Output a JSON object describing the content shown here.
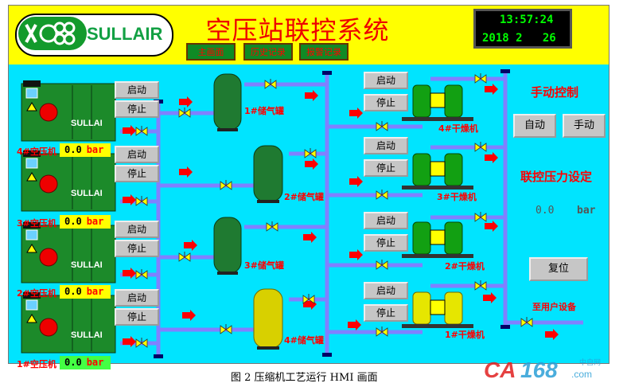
{
  "header": {
    "logo_text": "SULLAIR",
    "title": "空压站联控系统",
    "clock": {
      "time": "13:57:24",
      "date": "2018 2   26"
    },
    "nav": [
      "主画面",
      "历史记录",
      "报警记录"
    ]
  },
  "compressors": [
    {
      "label": "4#空压机",
      "value": "0.0",
      "unit": "bar",
      "brand": "SULLAI",
      "start": "启动",
      "stop": "停止"
    },
    {
      "label": "3#空压机",
      "value": "0.0",
      "unit": "bar",
      "brand": "SULLAI",
      "start": "启动",
      "stop": "停止"
    },
    {
      "label": "2#空压机",
      "value": "0.0",
      "unit": "bar",
      "brand": "SULLAI",
      "start": "启动",
      "stop": "停止"
    },
    {
      "label": "1#空压机",
      "value": "0.0",
      "unit": "bar",
      "brand": "SULLAI",
      "start": "启动",
      "stop": "停止"
    }
  ],
  "tanks": [
    "1#储气罐",
    "2#储气罐",
    "3#储气罐",
    "4#储气罐"
  ],
  "dryers": [
    {
      "label": "4#干燥机",
      "start": "启动",
      "stop": "停止"
    },
    {
      "label": "3#干燥机",
      "start": "启动",
      "stop": "停止"
    },
    {
      "label": "2#干燥机",
      "start": "启动",
      "stop": "停止"
    },
    {
      "label": "1#干燥机",
      "start": "启动",
      "stop": "停止"
    }
  ],
  "control": {
    "manual_title": "手动控制",
    "auto_btn": "自动",
    "manual_btn": "手动",
    "pressure_title": "联控压力设定",
    "pressure_value": "0.0",
    "pressure_unit": "bar",
    "reset_btn": "复位",
    "outlet_label": "至用户设备"
  },
  "caption": "图 2  压缩机工艺运行 HMI 画面",
  "watermark": {
    "text": "CA168",
    "sub": ".com",
    "tag": "中自网"
  },
  "colors": {
    "header_bg": "#ffff00",
    "main_bg": "#00e4ff",
    "pipe": "#8080ff",
    "arrow": "#ff0000",
    "valve": "#ffff00",
    "compressor": "#1c8a2a",
    "tank_green": "#1f7a31",
    "tank_yellow": "#d8d000",
    "title_red": "#ee0000",
    "clock_green": "#00ff00"
  }
}
